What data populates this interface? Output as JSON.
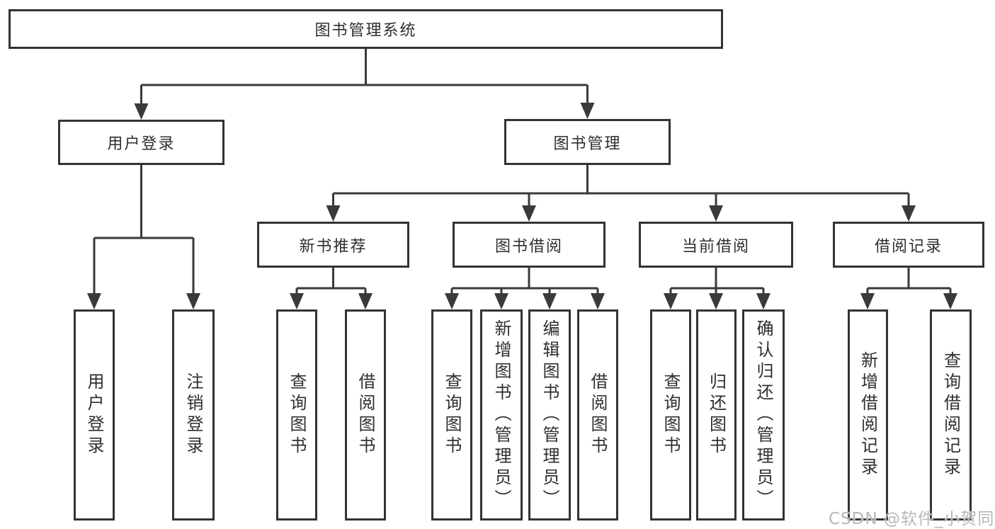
{
  "diagram_title": "图书管理系统",
  "n": {
    "root": "图书管理系统",
    "user_login": "用户登录",
    "book_mgmt": "图书管理",
    "new_book_rec": "新书推荐",
    "book_borrow": "图书借阅",
    "current_borrow": "当前借阅",
    "borrow_record": "借阅记录",
    "ul_user_login": "用户登录",
    "ul_logout": "注销登录",
    "nb_query": "查询图书",
    "nb_borrow": "借阅图书",
    "bb_query": "查询图书",
    "bb_add": "新增图书（管理员）",
    "bb_edit": "编辑图书（管理员）",
    "bb_borrow": "借阅图书",
    "cb_query": "查询图书",
    "cb_return": "归还图书",
    "cb_confirm": "确认归还（管理员）",
    "br_add": "新增借阅记录",
    "br_query": "查询借阅记录"
  },
  "watermark": "CSDN @软件_小贺同学",
  "colors": {
    "line": "#3a3a3a",
    "box_border": "#333333",
    "text": "#2f2f2f",
    "watermark": "#b7b7b7",
    "background": "#ffffff"
  }
}
